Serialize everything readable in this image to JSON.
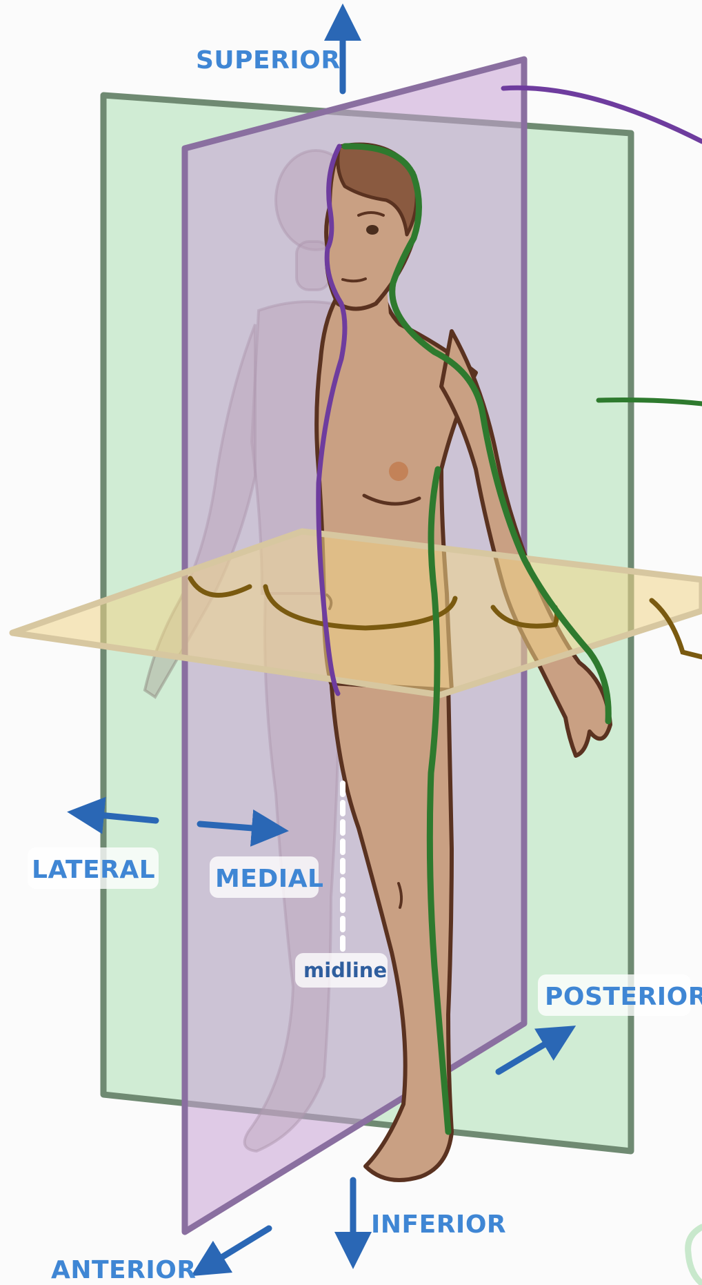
{
  "labels": {
    "superior": "SUPERIOR",
    "inferior": "INFERIOR",
    "anterior": "ANTERIOR",
    "posterior": "POSTERIOR",
    "lateral": "LATERAL",
    "medial": "MEDIAL",
    "midline": "midline"
  },
  "colors": {
    "sagittal_plane": "#c9a3d6",
    "coronal_plane": "#b9e3bf",
    "transverse_plane": "#f0d68a",
    "sagittal_line": "#6e3c9e",
    "coronal_line": "#2e7a2e",
    "transverse_line": "#7a5a10",
    "arrow": "#2a67b5",
    "label_text": "#3f86d4",
    "skin": "#c9a083",
    "hair": "#8a5a40"
  },
  "icons": {
    "arrow": "arrow-icon"
  }
}
